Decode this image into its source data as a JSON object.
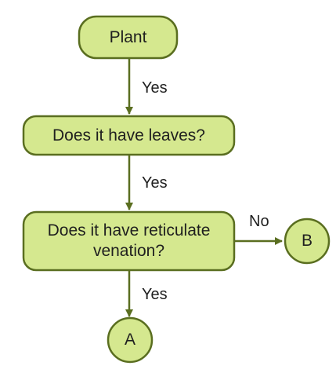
{
  "colors": {
    "node_fill": "#d5e88f",
    "node_border": "#5a6e20",
    "edge": "#5a6e20",
    "text": "#1f1f1f"
  },
  "nodes": {
    "plant": "Plant",
    "has_leaves": "Does it have leaves?",
    "reticulate_line1": "Does it have reticulate",
    "reticulate_line2": "venation?",
    "a": "A",
    "b": "B"
  },
  "edges": {
    "plant_to_leaves": "Yes",
    "leaves_to_reticulate": "Yes",
    "reticulate_to_a": "Yes",
    "reticulate_to_b": "No"
  }
}
